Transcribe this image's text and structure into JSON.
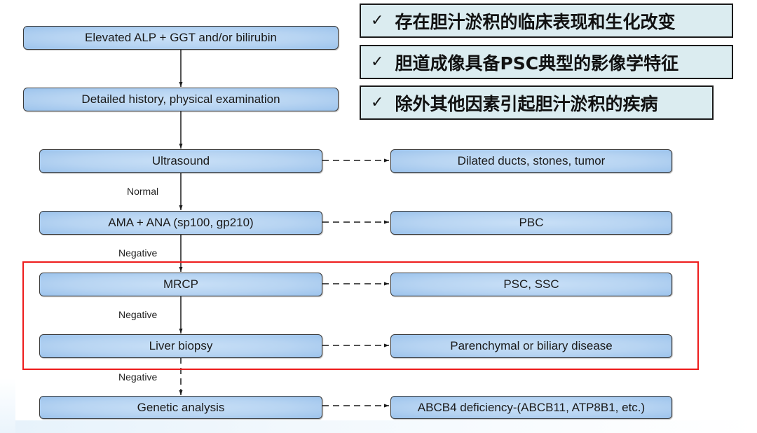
{
  "criteria": {
    "items": [
      {
        "icon": "check-icon",
        "symbol": "✓",
        "text": "存在胆汁淤积的临床表现和生化改变"
      },
      {
        "icon": "check-icon",
        "symbol": "✓",
        "text": "胆道成像具备PSC典型的影像学特征"
      },
      {
        "icon": "check-icon",
        "symbol": "✓",
        "text": "除外其他因素引起胆汁淤积的疾病"
      }
    ]
  },
  "flowchart": {
    "main_steps": [
      "Elevated ALP + GGT and/or bilirubin",
      "Detailed history, physical examination",
      "Ultrasound",
      "AMA + ANA (sp100, gp210)",
      "MRCP",
      "Liver biopsy",
      "Genetic analysis"
    ],
    "outcomes": [
      "Dilated ducts, stones, tumor",
      "PBC",
      "PSC, SSC",
      "Parenchymal or biliary disease",
      "ABCB4 deficiency-(ABCB11, ATP8B1, etc.)"
    ],
    "edge_labels": {
      "after_ultrasound": "Normal",
      "after_ama_ana": "Negative",
      "after_mrcp": "Negative",
      "after_liver_biopsy": "Negative"
    },
    "highlight_color": "#ee1c1c",
    "node_fill": "#b7d4f2"
  }
}
